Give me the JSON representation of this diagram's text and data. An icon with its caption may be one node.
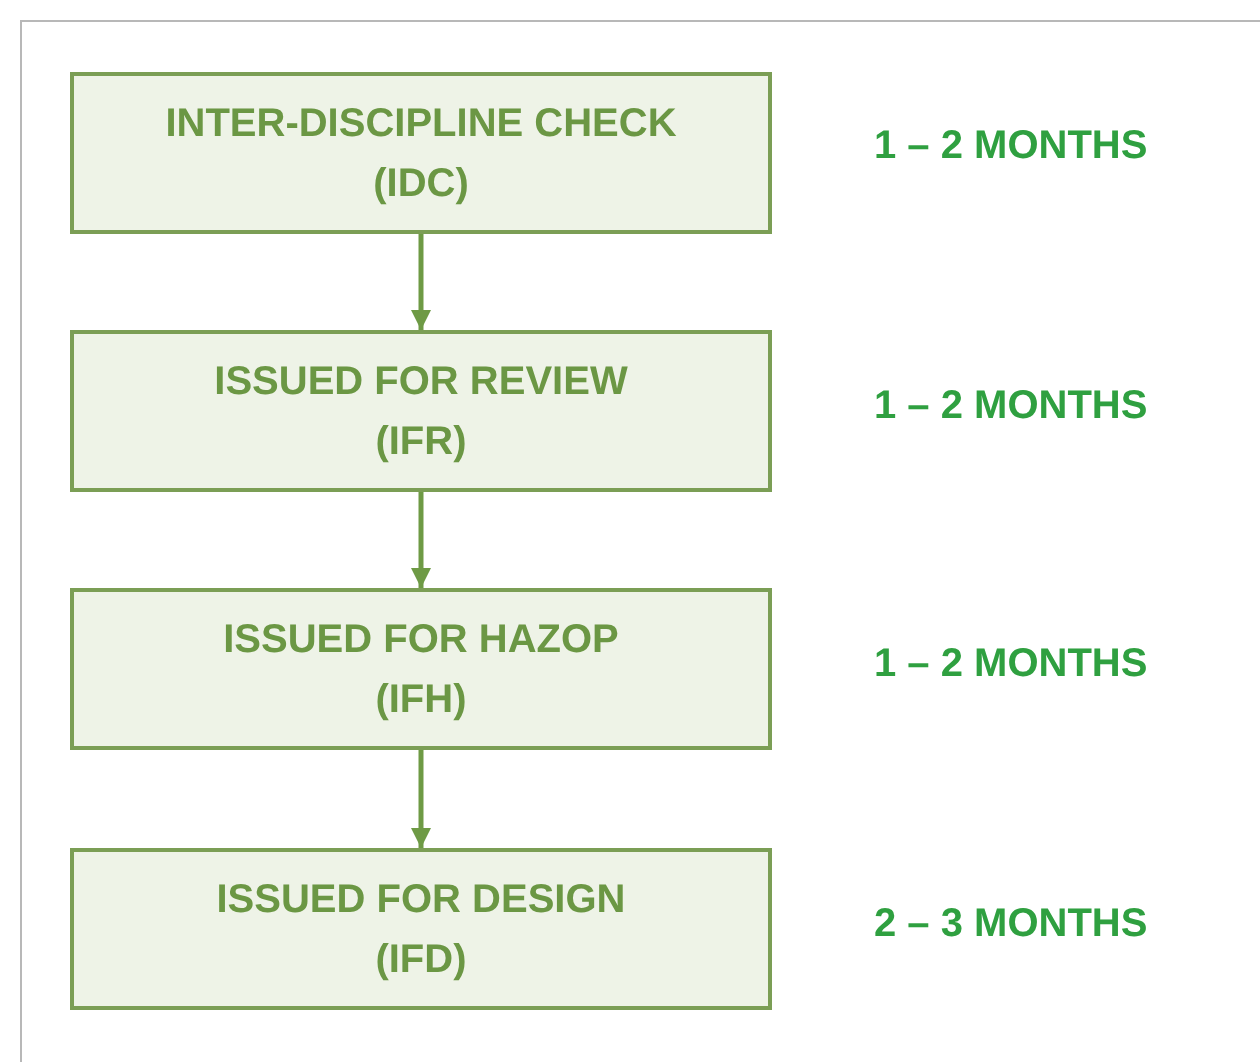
{
  "diagram": {
    "nodes": [
      {
        "text": [
          "INTER-DISCIPLINE CHECK",
          "(IDC)"
        ],
        "beside": [
          "1 – 2 MONTHS"
        ]
      },
      {
        "text": [
          "ISSUED FOR REVIEW",
          "(IFR)"
        ],
        "beside": [
          "1 – 2 MONTHS"
        ]
      },
      {
        "text": [
          "ISSUED FOR HAZOP",
          "(IFH)"
        ],
        "beside": [
          "1 – 2 MONTHS"
        ]
      },
      {
        "text": [
          "ISSUED FOR DESIGN",
          "(IFD)"
        ],
        "beside": [
          "2 – 3 MONTHS"
        ]
      }
    ],
    "edges": [
      {
        "from": 0,
        "to": 1,
        "arrow": "to"
      },
      {
        "from": 1,
        "to": 2,
        "arrow": "to"
      },
      {
        "from": 2,
        "to": 3,
        "arrow": "to"
      }
    ]
  }
}
